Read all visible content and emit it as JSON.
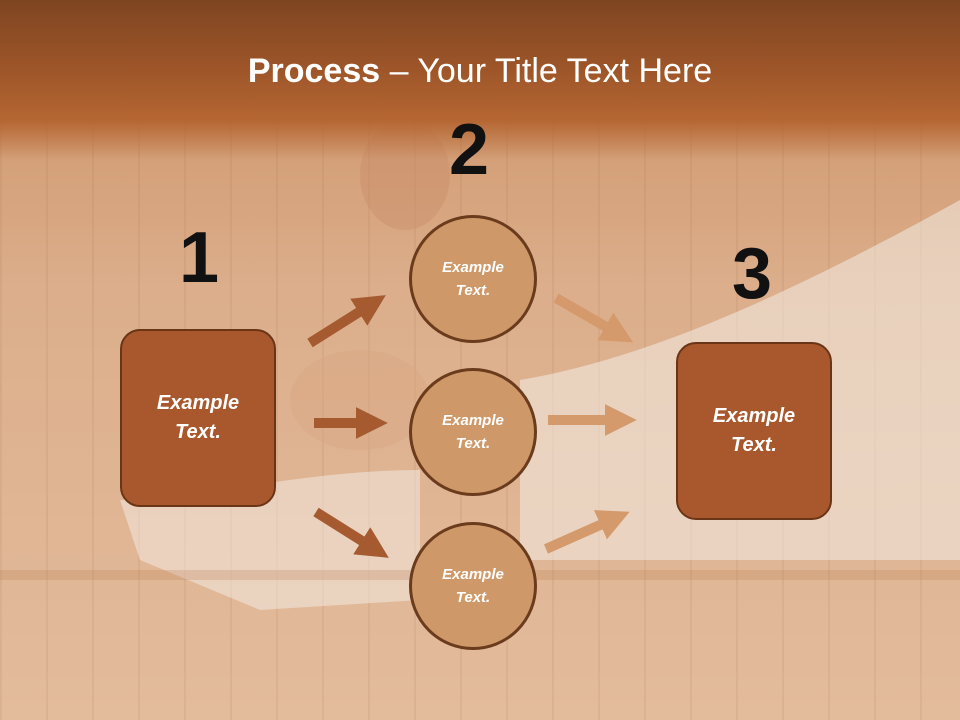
{
  "title": {
    "bold": "Process",
    "rest": " – Your Title Text Here"
  },
  "steps": {
    "n1": "1",
    "n2": "2",
    "n3": "3"
  },
  "left_box": {
    "line1": "Example",
    "line2": "Text."
  },
  "right_box": {
    "line1": "Example",
    "line2": "Text."
  },
  "circles": [
    {
      "line1": "Example",
      "line2": "Text."
    },
    {
      "line1": "Example",
      "line2": "Text."
    },
    {
      "line1": "Example",
      "line2": "Text."
    }
  ],
  "colors": {
    "box_fill": "#a8582c",
    "circle_fill": "#cf9868",
    "arrow_dark": "#a55a2f",
    "arrow_light": "#d49a6c"
  }
}
